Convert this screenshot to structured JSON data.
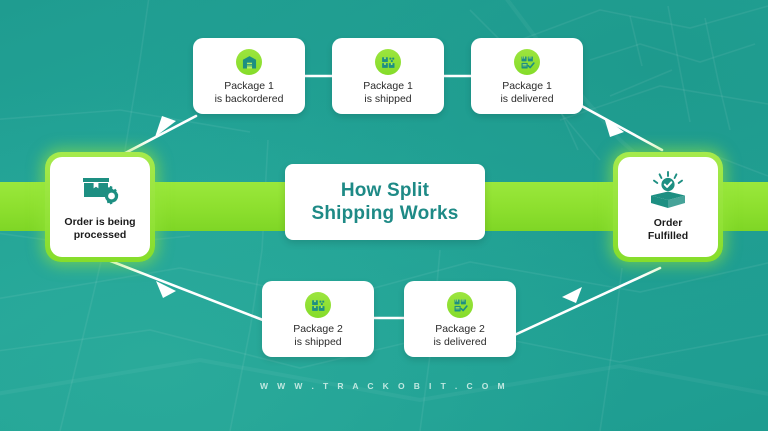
{
  "page": {
    "title_line1": "How Split",
    "title_line2": "Shipping Works",
    "title_full": "How Split\nShipping Works",
    "footer": "W W W . T R A C K O B I T . C O M"
  },
  "colors": {
    "background_teal": "#20a195",
    "band_green": "#8ee02f",
    "icon_green": "#8edd2f",
    "title_teal": "#1e8a86",
    "card_white": "#ffffff",
    "label_dark": "#2b2b2b",
    "connector_white": "#ffffff",
    "footer_text": "#cdeee7"
  },
  "start_node": {
    "label": "Order is being\nprocessed",
    "label_line1": "Order is being",
    "label_line2": "processed",
    "icon": "package-gear-icon"
  },
  "end_node": {
    "label": "Order\nFulfilled",
    "label_line1": "Order",
    "label_line2": "Fulfilled",
    "icon": "open-box-check-icon"
  },
  "top_path": [
    {
      "label": "Package 1\nis backordered",
      "line1": "Package 1",
      "line2": "is backordered",
      "icon": "warehouse-icon"
    },
    {
      "label": "Package 1\nis shipped",
      "line1": "Package 1",
      "line2": "is shipped",
      "icon": "boxes-icon"
    },
    {
      "label": "Package 1\nis delivered",
      "line1": "Package 1",
      "line2": "is delivered",
      "icon": "clipboard-check-icon"
    }
  ],
  "bottom_path": [
    {
      "label": "Package 2\nis shipped",
      "line1": "Package 2",
      "line2": "is shipped",
      "icon": "boxes-icon"
    },
    {
      "label": "Package 2\nis delivered",
      "line1": "Package 2",
      "line2": "is delivered",
      "icon": "clipboard-check-icon"
    }
  ]
}
